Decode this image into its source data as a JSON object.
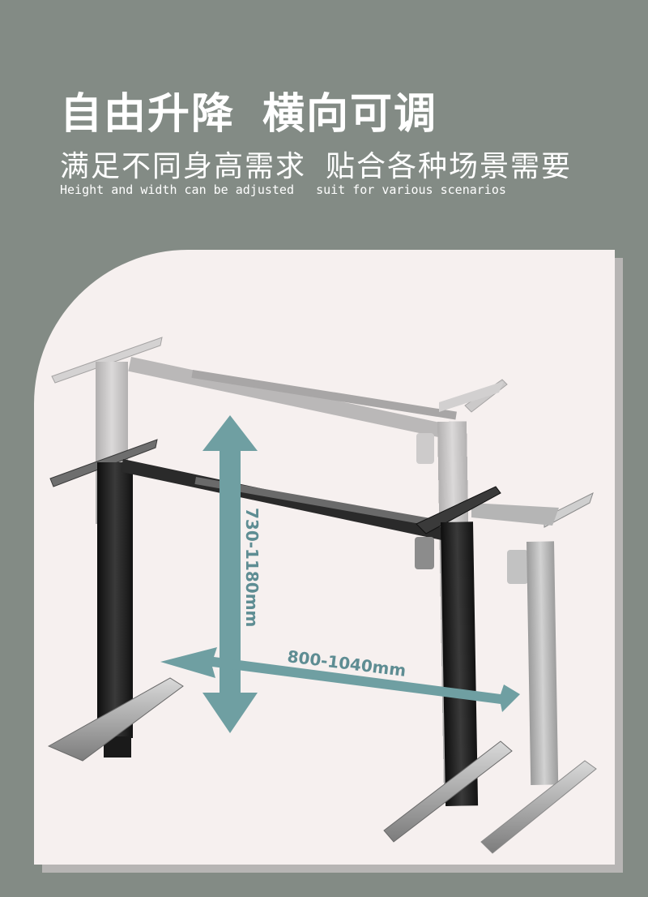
{
  "header": {
    "title_part1": "自由升降",
    "title_part2": "横向可调",
    "subtitle_part1": "满足不同身高需求",
    "subtitle_part2": "贴合各种场景需要",
    "subtitle_en": "Height and width can be adjusted   suit for various scenarios"
  },
  "product": {
    "height_range": "730-1180mm",
    "width_range": "800-1040mm"
  },
  "colors": {
    "background": "#838b85",
    "card": "#f6f0ef",
    "arrow": "#6f9fa2",
    "frame_black": "#1b1b1b",
    "frame_gray": "#a9a9a9"
  }
}
